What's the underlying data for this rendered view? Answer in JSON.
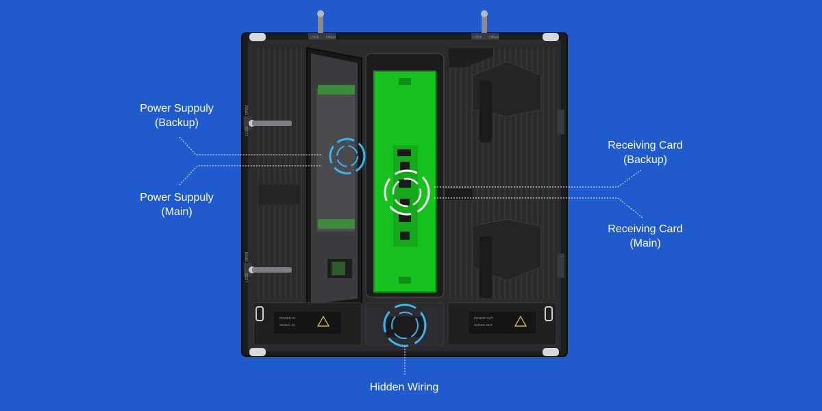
{
  "labels": {
    "power_supply_backup": {
      "line1": "Power Suppuly",
      "line2": "(Backup)"
    },
    "power_supply_main": {
      "line1": "Power Suppuly",
      "line2": "(Main)"
    },
    "receiving_card_backup": {
      "line1": "Receiving Card",
      "line2": "(Backup)"
    },
    "receiving_card_main": {
      "line1": "Receiving Card",
      "line2": "(Main)"
    },
    "hidden_wiring": "Hidden Wiring"
  },
  "cabinet_markings": {
    "lock": "LOCK",
    "open": "OPEN",
    "left_plate": {
      "line1": "POWER IN",
      "line2": "SIGNAL IN"
    },
    "right_plate": {
      "line1": "POWER OUT",
      "line2": "SIGNAL OUT"
    }
  },
  "colors": {
    "background": "#1f5bcc",
    "cabinet": "#2b2b2e",
    "pcb": "#18c21e",
    "callout_line": "#ffffff",
    "highlight_ring_blue": "#3ab4f2",
    "highlight_ring_white": "#ffffff"
  }
}
